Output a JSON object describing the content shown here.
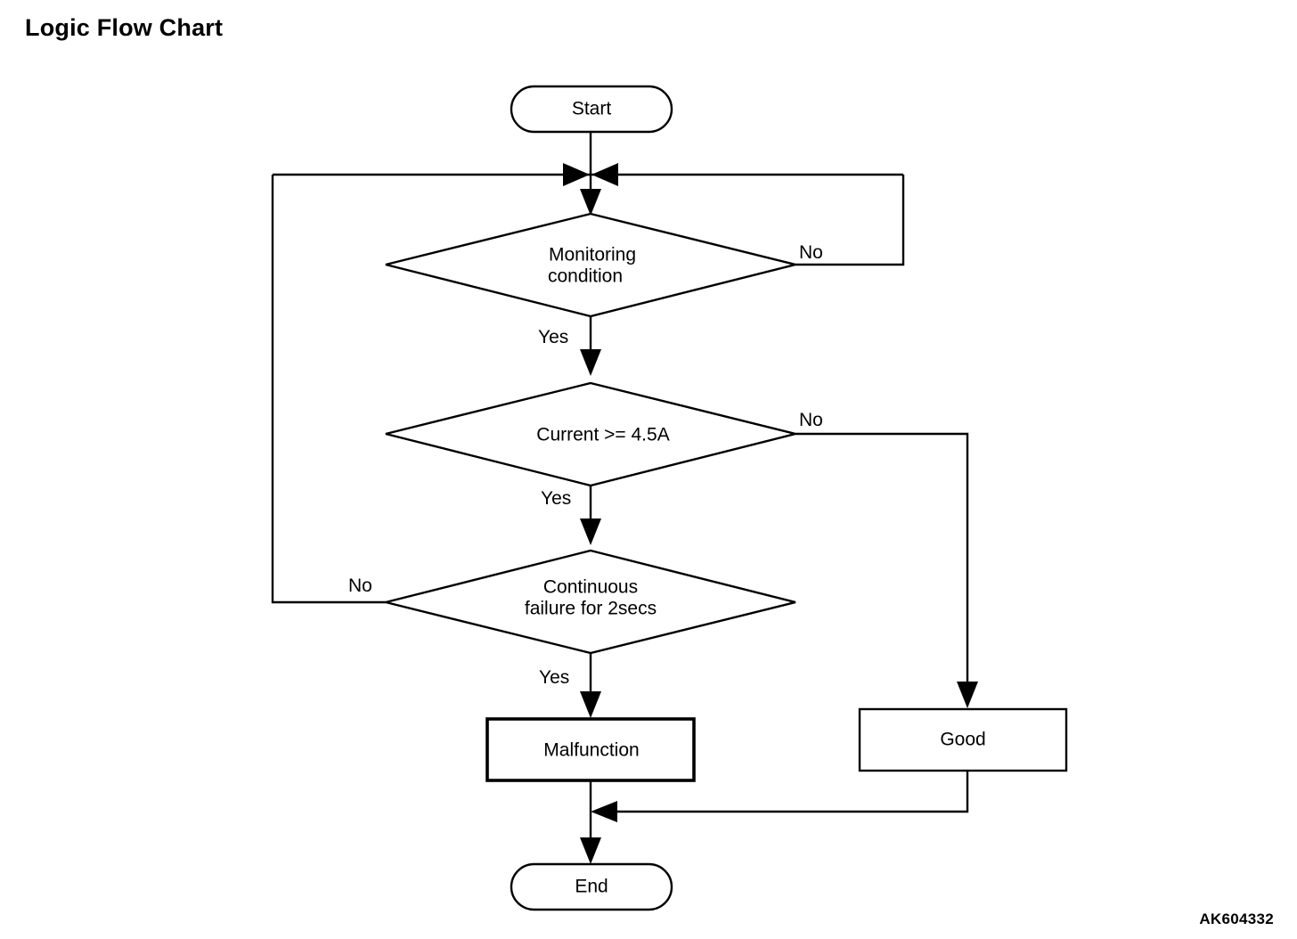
{
  "page": {
    "title": "Logic Flow Chart",
    "corner_code": "AK604332",
    "background_color": "#ffffff",
    "line_color": "#000000"
  },
  "chart_data": {
    "type": "diagram",
    "diagram_kind": "flowchart",
    "title": "Logic Flow Chart",
    "nodes": [
      {
        "id": "start",
        "label": "Start",
        "shape": "terminator"
      },
      {
        "id": "monitoring",
        "label": "Monitoring condition",
        "label_line1": "Monitoring",
        "label_line2": "condition",
        "shape": "decision"
      },
      {
        "id": "current",
        "label": "Current >= 4.5A",
        "label_line1": "Current >= 4.5A",
        "shape": "decision"
      },
      {
        "id": "continuous",
        "label": "Continuous failure for 2secs",
        "label_line1": "Continuous",
        "label_line2": "failure for 2secs",
        "shape": "decision"
      },
      {
        "id": "malfunction",
        "label": "Malfunction",
        "shape": "process",
        "emphasis": "bold-border"
      },
      {
        "id": "good",
        "label": "Good",
        "shape": "process"
      },
      {
        "id": "end",
        "label": "End",
        "shape": "terminator"
      }
    ],
    "edges": [
      {
        "from": "start",
        "to": "monitoring",
        "label": ""
      },
      {
        "from": "monitoring",
        "to": "monitoring",
        "label": "No",
        "route": "right-loop-back-to-entry"
      },
      {
        "from": "monitoring",
        "to": "current",
        "label": "Yes"
      },
      {
        "from": "current",
        "to": "good",
        "label": "No",
        "route": "right-then-down"
      },
      {
        "from": "current",
        "to": "continuous",
        "label": "Yes"
      },
      {
        "from": "continuous",
        "to": "monitoring",
        "label": "No",
        "route": "left-loop-back-to-entry"
      },
      {
        "from": "continuous",
        "to": "malfunction",
        "label": "Yes"
      },
      {
        "from": "malfunction",
        "to": "end",
        "label": ""
      },
      {
        "from": "good",
        "to": "end",
        "label": "",
        "route": "down-then-left-merge"
      }
    ],
    "labels": {
      "yes": "Yes",
      "no": "No"
    }
  }
}
